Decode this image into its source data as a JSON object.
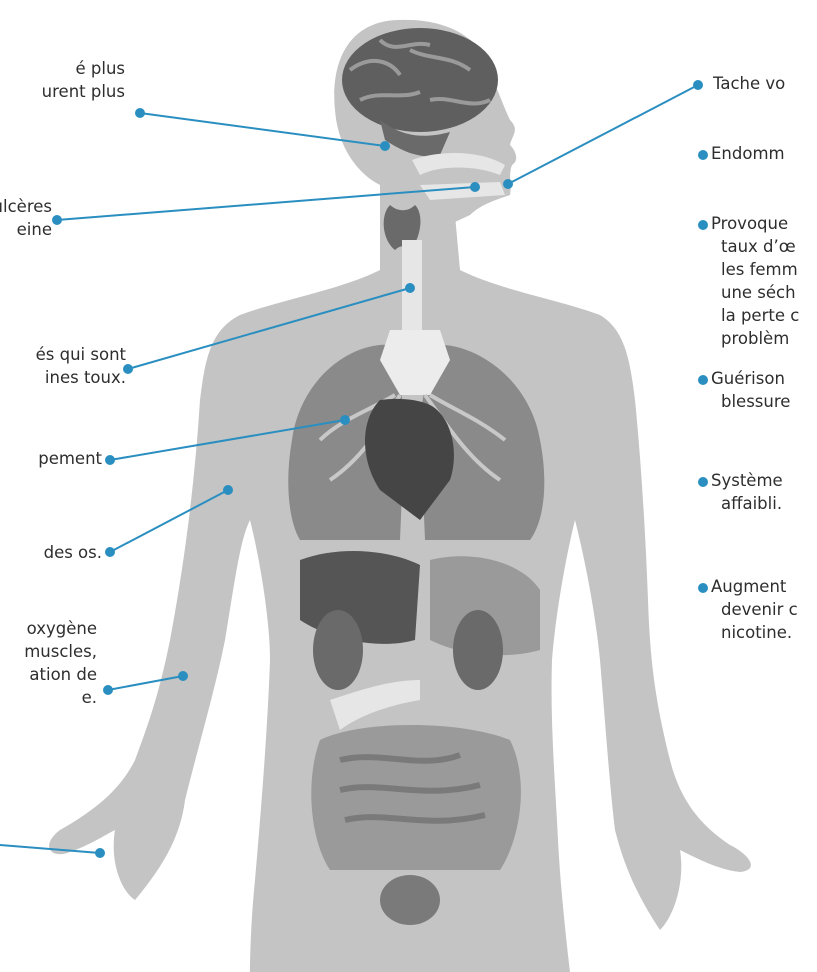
{
  "colors": {
    "body": "#c4c4c4",
    "organ_dark": "#6a6a6a",
    "organ_mid": "#9a9a9a",
    "organ_light": "#e6e6e6",
    "accent_line": "#2a8fc0"
  },
  "left_labels": [
    {
      "id": "brain",
      "lines": [
        "é plus",
        "urent plus"
      ]
    },
    {
      "id": "mouth",
      "lines": [
        "es ulcères",
        "eine"
      ]
    },
    {
      "id": "throat",
      "lines": [
        "és qui sont",
        "ines toux."
      ]
    },
    {
      "id": "lungs",
      "lines": [
        "pement"
      ]
    },
    {
      "id": "bones",
      "lines": [
        "des os."
      ]
    },
    {
      "id": "muscles",
      "lines": [
        "oxygène",
        "muscles,",
        "ation de",
        "e."
      ]
    },
    {
      "id": "hand",
      "lines": []
    }
  ],
  "right_labels": [
    {
      "id": "voice",
      "lines": [
        "Tache vo"
      ]
    },
    {
      "id": "teeth",
      "lines": [
        "Endomm"
      ]
    },
    {
      "id": "fertility",
      "lines": [
        "Provoque",
        "taux d’œ",
        "les femm",
        "une séch",
        "la perte c",
        "problèm"
      ]
    },
    {
      "id": "healing",
      "lines": [
        "Guérison",
        "blessure"
      ]
    },
    {
      "id": "immune",
      "lines": [
        "Système",
        "affaibli."
      ]
    },
    {
      "id": "addiction",
      "lines": [
        "Augment",
        "devenir c",
        "nicotine."
      ]
    }
  ]
}
